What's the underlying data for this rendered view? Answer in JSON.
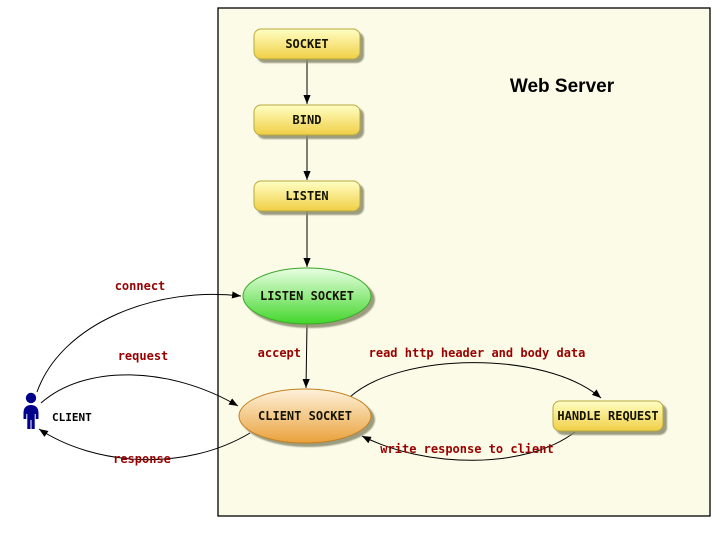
{
  "title": "Web Server",
  "nodes": {
    "socket": "SOCKET",
    "bind": "BIND",
    "listen": "LISTEN",
    "listen_socket": "LISTEN SOCKET",
    "client_socket": "CLIENT SOCKET",
    "handle_request": "HANDLE REQUEST",
    "client": "CLIENT"
  },
  "edges": {
    "connect": "connect",
    "request": "request",
    "response": "response",
    "accept": "accept",
    "read": "read http header and body data",
    "write": "write response to client"
  },
  "colors": {
    "server_bg": "#FBFBE8",
    "node_yellow_top": "#FFFFC4",
    "node_yellow_bottom": "#F0CE46",
    "node_yellow_border": "#B9A83C",
    "ellipse_green_top": "#E9FFE4",
    "ellipse_green_bottom": "#43D62B",
    "ellipse_orange_top": "#FEF2DB",
    "ellipse_orange_bottom": "#E9A13B",
    "edge_line": "#000000",
    "edge_label": "#990000",
    "client_figure": "#00008B",
    "shadow": "#8B8B6E"
  }
}
